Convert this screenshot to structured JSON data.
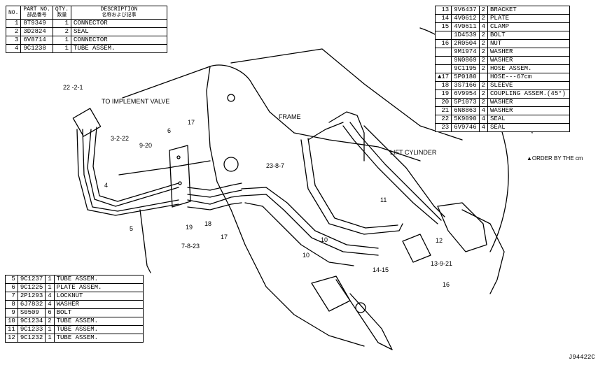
{
  "tables": {
    "top_left": {
      "headers": {
        "no": "NO.",
        "part_no": "PART NO.",
        "part_no_jp": "部品番号",
        "qty": "QTY.",
        "qty_jp": "数量",
        "description": "DESCRIPTION",
        "description_jp": "名称および記事"
      },
      "rows": [
        {
          "no": "1",
          "part": "8T9349",
          "qty": "1",
          "desc": "CONNECTOR"
        },
        {
          "no": "2",
          "part": "3D2824",
          "qty": "2",
          "desc": "SEAL"
        },
        {
          "no": "3",
          "part": "6V8714",
          "qty": "1",
          "desc": "CONNECTOR"
        },
        {
          "no": "4",
          "part": "9C1238",
          "qty": "1",
          "desc": "TUBE ASSEM."
        }
      ]
    },
    "bottom_left": {
      "rows": [
        {
          "no": "5",
          "part": "9C1237",
          "qty": "1",
          "desc": "TUBE ASSEM."
        },
        {
          "no": "6",
          "part": "9C1225",
          "qty": "1",
          "desc": "PLATE ASSEM."
        },
        {
          "no": "7",
          "part": "2P1293",
          "qty": "4",
          "desc": "LOCKNUT"
        },
        {
          "no": "8",
          "part": "6J7832",
          "qty": "4",
          "desc": "WASHER"
        },
        {
          "no": "9",
          "part": "S0509",
          "qty": "6",
          "desc": "BOLT"
        },
        {
          "no": "10",
          "part": "9C1234",
          "qty": "2",
          "desc": "TUBE ASSEM."
        },
        {
          "no": "11",
          "part": "9C1233",
          "qty": "1",
          "desc": "TUBE ASSEM."
        },
        {
          "no": "12",
          "part": "9C1232",
          "qty": "1",
          "desc": "TUBE ASSEM."
        }
      ]
    },
    "top_right": {
      "rows": [
        {
          "no": "13",
          "part": "9V6437",
          "qty": "2",
          "desc": "BRACKET"
        },
        {
          "no": "14",
          "part": "4V0612",
          "qty": "2",
          "desc": "PLATE"
        },
        {
          "no": "15",
          "part": "4V0611",
          "qty": "4",
          "desc": "CLAMP"
        },
        {
          "no": "",
          "part": "1D4539",
          "qty": "2",
          "desc": "BOLT"
        },
        {
          "no": "16",
          "part": "2R0504",
          "qty": "2",
          "desc": "NUT"
        },
        {
          "no": "",
          "part": "9M1974",
          "qty": "2",
          "desc": "WASHER"
        },
        {
          "no": "",
          "part": "9N0869",
          "qty": "2",
          "desc": "WASHER"
        },
        {
          "no": "",
          "part": "9C1195",
          "qty": "2",
          "desc": "HOSE ASSEM."
        },
        {
          "no": "▲17",
          "part": "5P0180",
          "qty": "",
          "desc": "HOSE---67cm"
        },
        {
          "no": "18",
          "part": "3S7166",
          "qty": "2",
          "desc": "SLEEVE"
        },
        {
          "no": "19",
          "part": "6V9954",
          "qty": "2",
          "desc": "COUPLING ASSEM.(45°)"
        },
        {
          "no": "20",
          "part": "5P1073",
          "qty": "2",
          "desc": "WASHER"
        },
        {
          "no": "21",
          "part": "6N8863",
          "qty": "4",
          "desc": "WASHER"
        },
        {
          "no": "22",
          "part": "5K9090",
          "qty": "4",
          "desc": "SEAL"
        },
        {
          "no": "23",
          "part": "6V9746",
          "qty": "4",
          "desc": "SEAL"
        }
      ]
    }
  },
  "labels": {
    "to_implement_valve": "TO IMPLEMENT VALVE",
    "frame": "FRAME",
    "lift_cylinder": "LIFT CYLINDER",
    "order_note": "▲ORDER BY THE cm",
    "figure_id": "J94422C"
  },
  "callouts": {
    "c22_2_1": "22 -2-1",
    "c3_2_22": "3-2-22",
    "c9_20": "9-20",
    "c6": "6",
    "c17a": "17",
    "c4": "4",
    "c5": "5",
    "c19": "19",
    "c18": "18",
    "c7_8_23": "7-8-23",
    "c17b": "17",
    "c23_8_7": "23-8-7",
    "c10a": "10",
    "c10b": "10",
    "c11": "11",
    "c12": "12",
    "c13_9_21": "13-9-21",
    "c14_15": "14-15",
    "c16": "16"
  }
}
